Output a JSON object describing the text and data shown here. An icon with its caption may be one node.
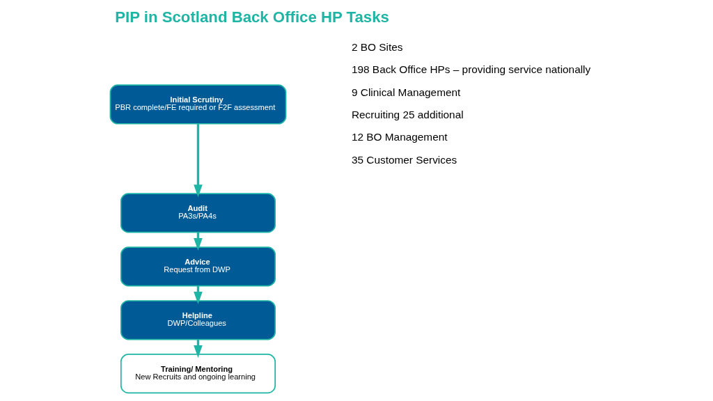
{
  "diagram": {
    "title": "PIP in Scotland Back Office HP Tasks",
    "nodes": [
      {
        "text": [
          "Initial Scrutiny",
          "PBR complete/FE required or F2F assessment"
        ]
      },
      {
        "text": [
          "Audit",
          "PA3s/PA4s"
        ]
      },
      {
        "text": [
          "Advice",
          "Request from DWP"
        ]
      },
      {
        "text": [
          "Helpline",
          "DWP/Colleagues"
        ]
      },
      {
        "text": [
          "Training/ Mentoring",
          "New Recruits and ongoing learning"
        ]
      }
    ],
    "edges": [
      {
        "from": 0,
        "to": 1,
        "arrow": "to"
      },
      {
        "from": 1,
        "to": 2,
        "arrow": "to"
      },
      {
        "from": 2,
        "to": 3,
        "arrow": "to"
      },
      {
        "from": 3,
        "to": 4,
        "arrow": "to"
      }
    ],
    "labels": [
      "2 BO Sites",
      "198 Back Office HPs – providing service nationally",
      "9 Clinical Management",
      "Recruiting 25 additional",
      "12 BO Management",
      "35 Customer Services"
    ]
  }
}
